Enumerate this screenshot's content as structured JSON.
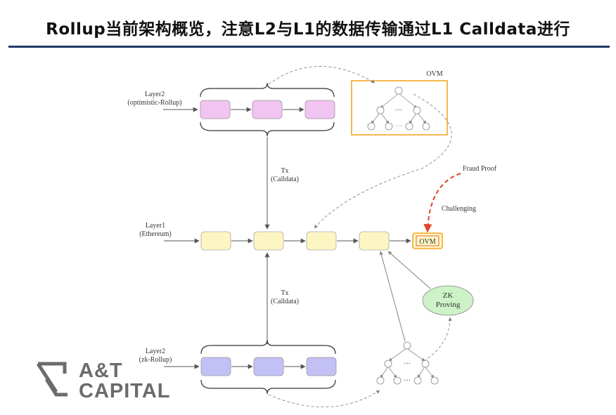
{
  "title": "Rollup当前架构概览，注意L2与L1的数据传输通过L1 Calldata进行",
  "layer2_optimistic": {
    "line1": "Layer2",
    "line2": "(optimistic-Rollup)"
  },
  "layer1": {
    "line1": "Layer1",
    "line2": "(Ethereum)"
  },
  "layer2_zk": {
    "line1": "Layer2",
    "line2": "(zk-Rollup)"
  },
  "tx_top": {
    "line1": "Tx",
    "line2": "(Calldata)"
  },
  "tx_bottom": {
    "line1": "Tx",
    "line2": "(Calldata)"
  },
  "ovm_box_label": "OVM",
  "ovm_block_label": "OVM",
  "fraud_proof": "Fraud Proof",
  "challenging": "Challenging",
  "zk_proving": {
    "line1": "ZK",
    "line2": "Proving"
  },
  "ellipsis": "···",
  "logo": {
    "line1": "A&T",
    "line2": "CAPITAL"
  },
  "colors": {
    "optimistic_block": "#f2c4f2",
    "ethereum_block": "#fdf6c3",
    "zk_block": "#c3c0f5",
    "ovm_frame": "#f5a623",
    "fraud_arrow": "#e0442a",
    "zk_ellipse": "#cdf2c7",
    "title_rule": "#1f3864"
  }
}
